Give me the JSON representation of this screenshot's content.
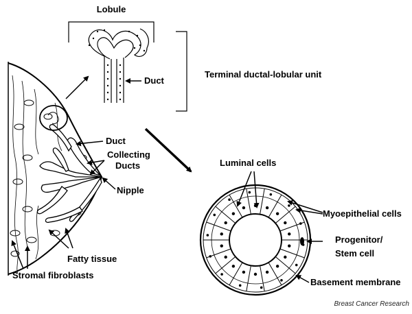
{
  "labels": {
    "lobule": "Lobule",
    "duct_top": "Duct",
    "tdlu": "Terminal ductal-lobular  unit",
    "duct_mid": "Duct",
    "collecting": "Collecting",
    "ducts": "Ducts",
    "nipple": "Nipple",
    "fatty_tissue": "Fatty tissue",
    "stromal_fibroblasts": "Stromal fibroblasts",
    "luminal_cells": "Luminal cells",
    "myoepithelial_cells": "Myoepithelial cells",
    "progenitor": "Progenitor/",
    "stem_cell": "Stem cell",
    "basement_membrane": "Basement membrane",
    "credit": "Breast Cancer Research"
  }
}
